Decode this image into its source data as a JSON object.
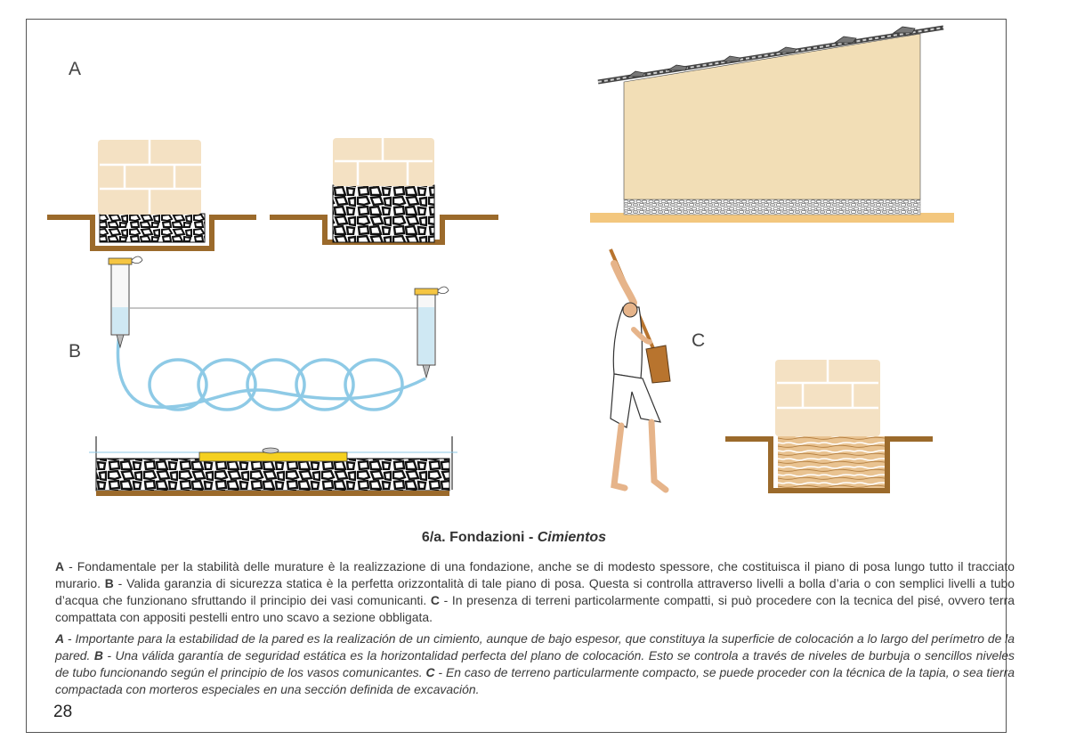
{
  "labels": {
    "a": "A",
    "b": "B",
    "c": "C"
  },
  "caption": {
    "number": "6/a.",
    "title": "Fondazioni",
    "separator": " - ",
    "subtitle": "Cimientos"
  },
  "italian": {
    "a_key": "A",
    "a_text": " - Fondamentale per la stabilità delle murature è la realizzazione di una fondazione, anche se di modesto spessore, che costituisca il piano di posa lungo tutto il tracciato murario. ",
    "b_key": "B",
    "b_text": " - Valida garanzia di sicurezza statica è la perfetta orizzontalità di tale piano di posa. Questa si controlla attraverso livelli a bolla d’aria o con semplici livelli a tubo d’acqua che funzionano sfruttando il principio dei vasi comunicanti. ",
    "c_key": "C",
    "c_text": " - In presenza di terreni particolarmente compatti, si può procedere con la tecnica del pisé, ovvero terra compattata con appositi pestelli entro uno scavo a sezione obbligata."
  },
  "spanish": {
    "a_key": "A",
    "a_text": " - Importante para la estabilidad de la pared es la realización de un cimiento, aunque de bajo espesor, que constituya la superficie de colocación a lo largo del perímetro de la pared. ",
    "b_key": "B",
    "b_text": " - Una válida garantía de seguridad estática es la horizontalidad perfecta del plano de colocación. Esto se controla a través de niveles de burbuja o sencillos niveles de tubo funcionando según el principio de los vasos comunicantes. ",
    "c_key": "C",
    "c_text": " - En caso de terreno particularmente compacto, se puede proceder con la técnica de la tapia, o sea tierra compactada con morteros especiales en una sección definida de excavación."
  },
  "page_number": "28",
  "colors": {
    "adobe": "#f3dfc0",
    "earth": "#9b6a2b",
    "wall": "#f2deb6",
    "ground": "#f3c77e",
    "water": "#8ecae6",
    "level": "#f5d020"
  }
}
